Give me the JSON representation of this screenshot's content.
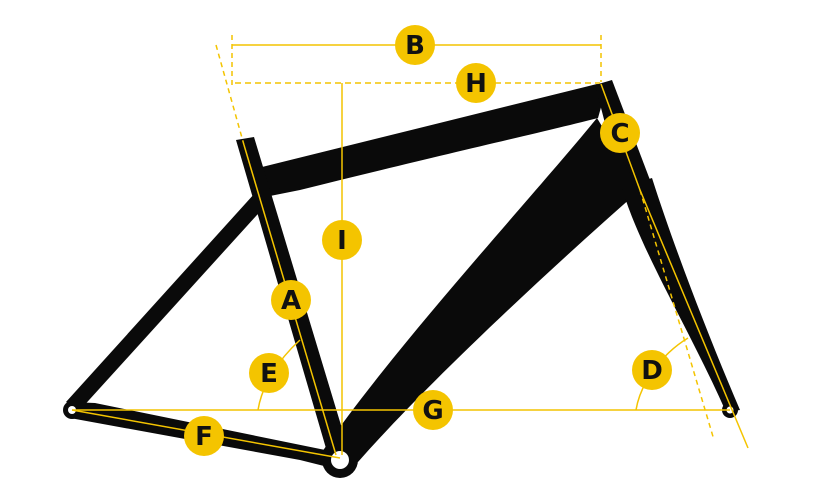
{
  "colors": {
    "frame": "#0a0a0a",
    "accent": "#f4c400",
    "marker_text": "#111111",
    "background": "#ffffff"
  },
  "markers": {
    "a": "A",
    "b": "B",
    "c": "C",
    "d": "D",
    "e": "E",
    "f": "F",
    "g": "G",
    "h": "H",
    "i": "I"
  }
}
